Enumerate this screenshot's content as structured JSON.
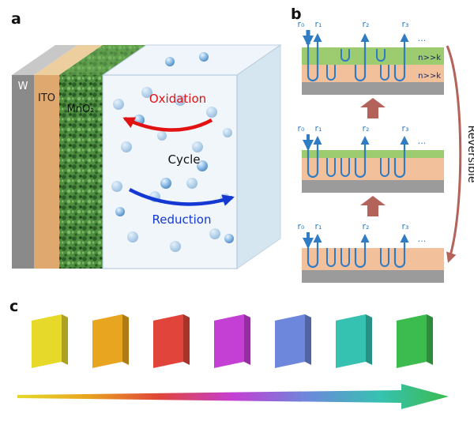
{
  "panels": {
    "a": {
      "label": "a",
      "layers": {
        "w": "W",
        "ito": "ITO",
        "mno2": "MnO₂"
      },
      "oxidation": "Oxidation",
      "cycle": "Cycle",
      "reduction": "Reduction",
      "colors": {
        "w_front": "#8a8a8a",
        "w_top": "#c8c8c8",
        "ito_front": "#dfa86e",
        "ito_top": "#edcf9f",
        "mno2_front": "#4e8f3f",
        "mno2_top": "#6fae57",
        "electrolyte_front": "#e3edf6",
        "electrolyte_top": "#eef5fb",
        "electrolyte_side": "#cfe2ef",
        "oxidation_arrow": "#e01212",
        "reduction_arrow": "#1438d2"
      }
    },
    "b": {
      "label": "b",
      "rays": [
        "r₀",
        "r₁",
        "r₂",
        "r₃"
      ],
      "ellipsis": "...",
      "index_note": "n>>k",
      "reversible": "Reversible",
      "colors": {
        "green": "#9ccb70",
        "orange": "#f2c19b",
        "gray": "#9b9b9b",
        "ray": "#2f7bc4",
        "step_arrow": "#b4635a"
      }
    },
    "c": {
      "label": "c",
      "slab_colors": [
        "#e6d92a",
        "#e8a51f",
        "#e0443a",
        "#c43fd3",
        "#6d87dc",
        "#36c2b1",
        "#3cbb4f"
      ]
    }
  }
}
